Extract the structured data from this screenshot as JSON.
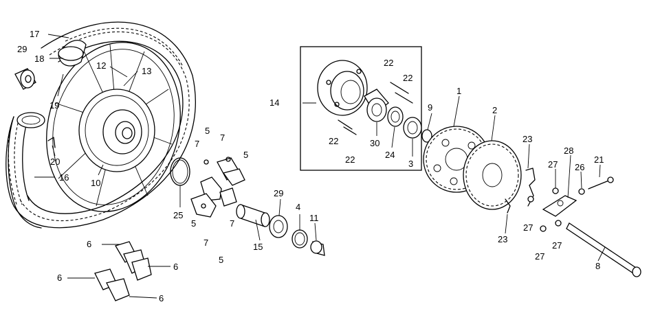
{
  "callouts": {
    "c1": "1",
    "c2": "2",
    "c3": "3",
    "c4": "4",
    "c5a": "5",
    "c5b": "5",
    "c5c": "5",
    "c5d": "5",
    "c6a": "6",
    "c6b": "6",
    "c6c": "6",
    "c6d": "6",
    "c7a": "7",
    "c7b": "7",
    "c7c": "7",
    "c7d": "7",
    "c8": "8",
    "c9": "9",
    "c10": "10",
    "c11": "11",
    "c12": "12",
    "c13": "13",
    "c14": "14",
    "c15": "15",
    "c16": "16",
    "c17": "17",
    "c18": "18",
    "c19": "19",
    "c20": "20",
    "c21": "21",
    "c22a": "22",
    "c22b": "22",
    "c22c": "22",
    "c22d": "22",
    "c23a": "23",
    "c23b": "23",
    "c24": "24",
    "c25": "25",
    "c26": "26",
    "c27a": "27",
    "c27b": "27",
    "c27c": "27",
    "c27d": "27",
    "c28": "28",
    "c29a": "29",
    "c29b": "29",
    "c30": "30"
  }
}
